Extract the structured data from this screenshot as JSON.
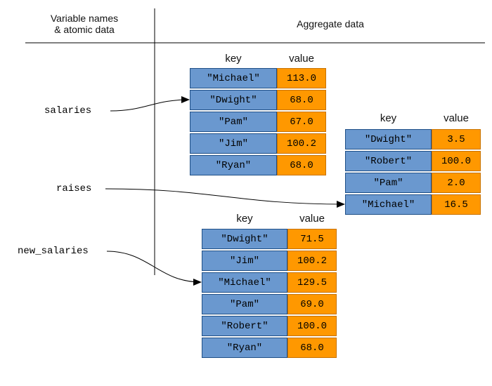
{
  "headers": {
    "left": "Variable names\n& atomic data",
    "right": "Aggregate data"
  },
  "columns": {
    "key": "key",
    "value": "value"
  },
  "variables": [
    {
      "id": "salaries",
      "label": "salaries"
    },
    {
      "id": "raises",
      "label": "raises"
    },
    {
      "id": "new_salaries",
      "label": "new_salaries"
    }
  ],
  "dicts": [
    {
      "id": "salaries",
      "rows": [
        {
          "key": "\"Michael\"",
          "value": "113.0"
        },
        {
          "key": "\"Dwight\"",
          "value": "68.0"
        },
        {
          "key": "\"Pam\"",
          "value": "67.0"
        },
        {
          "key": "\"Jim\"",
          "value": "100.2"
        },
        {
          "key": "\"Ryan\"",
          "value": "68.0"
        }
      ]
    },
    {
      "id": "raises",
      "rows": [
        {
          "key": "\"Dwight\"",
          "value": "3.5"
        },
        {
          "key": "\"Robert\"",
          "value": "100.0"
        },
        {
          "key": "\"Pam\"",
          "value": "2.0"
        },
        {
          "key": "\"Michael\"",
          "value": "16.5"
        }
      ]
    },
    {
      "id": "new_salaries",
      "rows": [
        {
          "key": "\"Dwight\"",
          "value": "71.5"
        },
        {
          "key": "\"Jim\"",
          "value": "100.2"
        },
        {
          "key": "\"Michael\"",
          "value": "129.5"
        },
        {
          "key": "\"Pam\"",
          "value": "69.0"
        },
        {
          "key": "\"Robert\"",
          "value": "100.0"
        },
        {
          "key": "\"Ryan\"",
          "value": "68.0"
        }
      ]
    }
  ],
  "arrows": [
    {
      "from": "salaries",
      "to": "salaries",
      "target_row": 1
    },
    {
      "from": "raises",
      "to": "raises",
      "target_row": 3
    },
    {
      "from": "new_salaries",
      "to": "new_salaries",
      "target_row": 2
    }
  ],
  "colors": {
    "key_fill": "#6a98cf",
    "value_fill": "#ff9800",
    "line": "#000000"
  }
}
